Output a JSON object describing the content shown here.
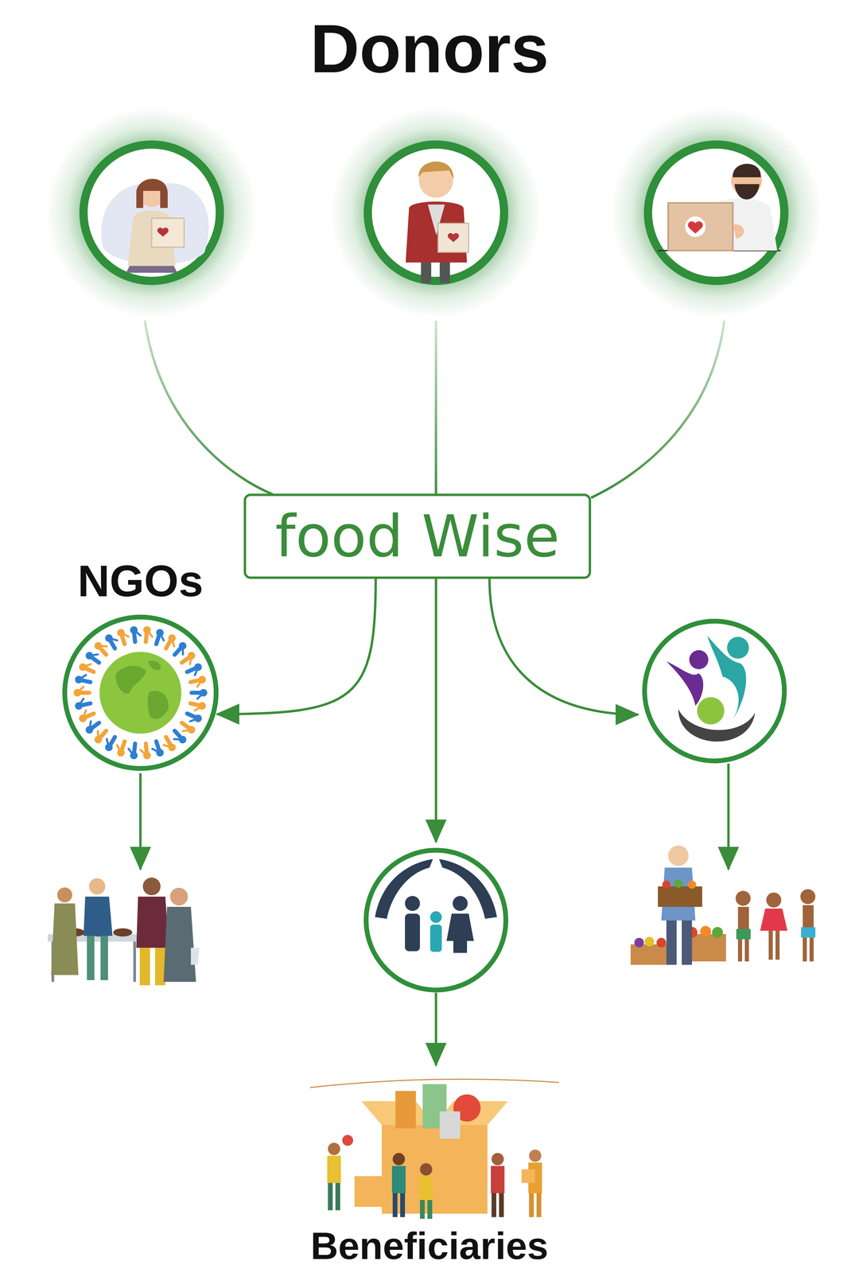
{
  "diagram": {
    "title": "Donors",
    "nodes": [
      {
        "text": [
          "food Wise"
        ]
      },
      {
        "text": [
          "NGOs"
        ]
      }
    ],
    "edges": [
      {
        "from": 0,
        "to": 1,
        "arrow": "to"
      }
    ],
    "labels": [
      "Beneficiaries"
    ]
  }
}
